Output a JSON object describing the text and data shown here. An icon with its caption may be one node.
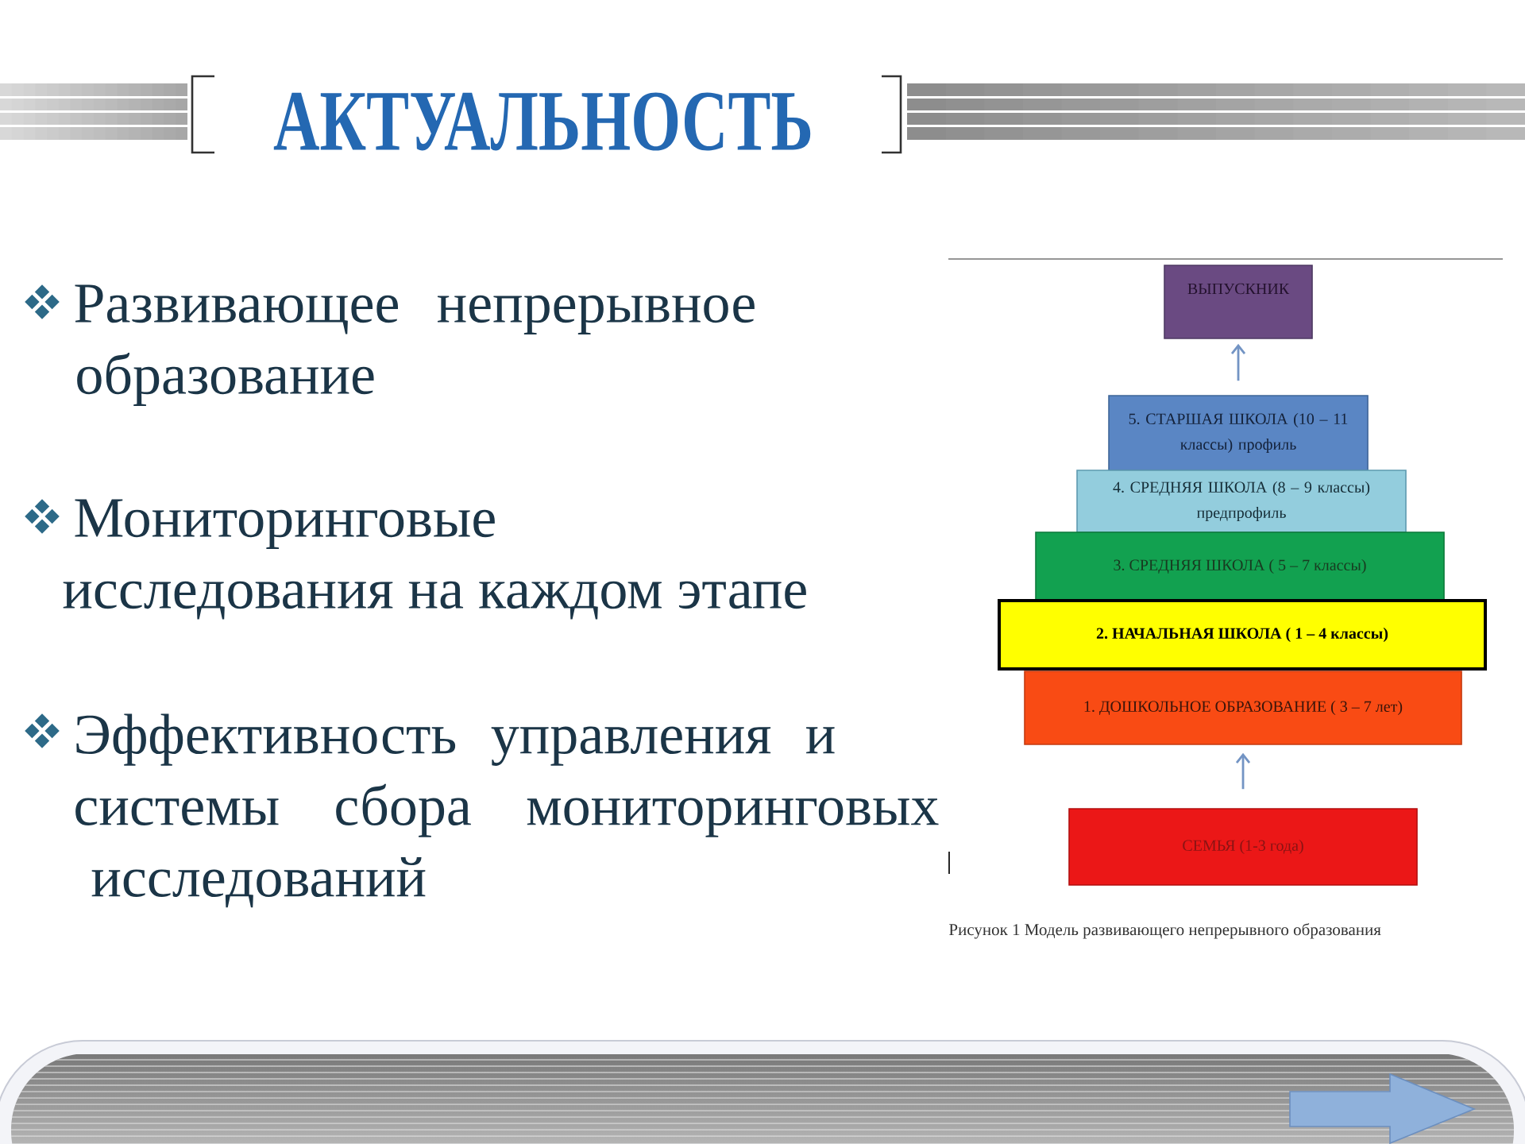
{
  "diagram": {
    "title": "АКТУАЛЬНОСТЬ",
    "caption": "Рисунок 1 Модель развивающего непрерывного образования",
    "nodes": [
      {
        "text": [
          "ВЫПУСКНИК"
        ]
      },
      {
        "text": [
          "5. СТАРШАЯ ШКОЛА (10 – 11 классы) профиль"
        ]
      },
      {
        "text": [
          "4. СРЕДНЯЯ ШКОЛА (8 – 9 классы) предпрофиль"
        ]
      },
      {
        "text": [
          "3. СРЕДНЯЯ ШКОЛА ( 5 – 7 классы)"
        ]
      },
      {
        "text": [
          "2. НАЧАЛЬНАЯ ШКОЛА ( 1 – 4 классы)"
        ]
      },
      {
        "text": [
          "1. ДОШКОЛЬНОЕ ОБРАЗОВАНИЕ ( 3 – 7 лет)"
        ]
      },
      {
        "text": [
          "СЕМЬЯ (1-3 года)"
        ]
      }
    ],
    "edges": [
      {
        "from": 1,
        "to": 0,
        "arrow": "to"
      },
      {
        "from": 6,
        "to": 5,
        "arrow": "to"
      }
    ],
    "labels": [
      "Развивающее непрерывное образование",
      "Мониторинговые исследования на каждом этапе",
      "Эффективность управления и системы сбора мониторинговых исследований"
    ]
  }
}
